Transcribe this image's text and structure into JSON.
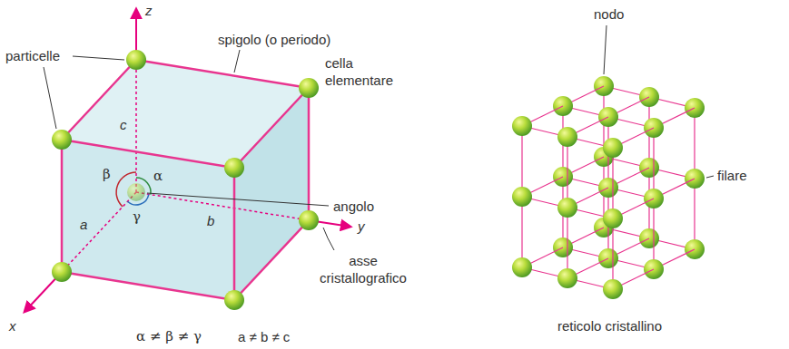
{
  "diagram": {
    "labels": [
      "particelle",
      "z",
      "spigolo (o periodo)",
      "cella elementare",
      "c",
      "β",
      "α",
      "γ",
      "angolo",
      "a",
      "b",
      "y",
      "asse cristallografico",
      "x",
      "α ≠ β ≠ γ",
      "a ≠ b ≠ c",
      "nodo",
      "filare",
      "reticolo cristallino"
    ]
  }
}
